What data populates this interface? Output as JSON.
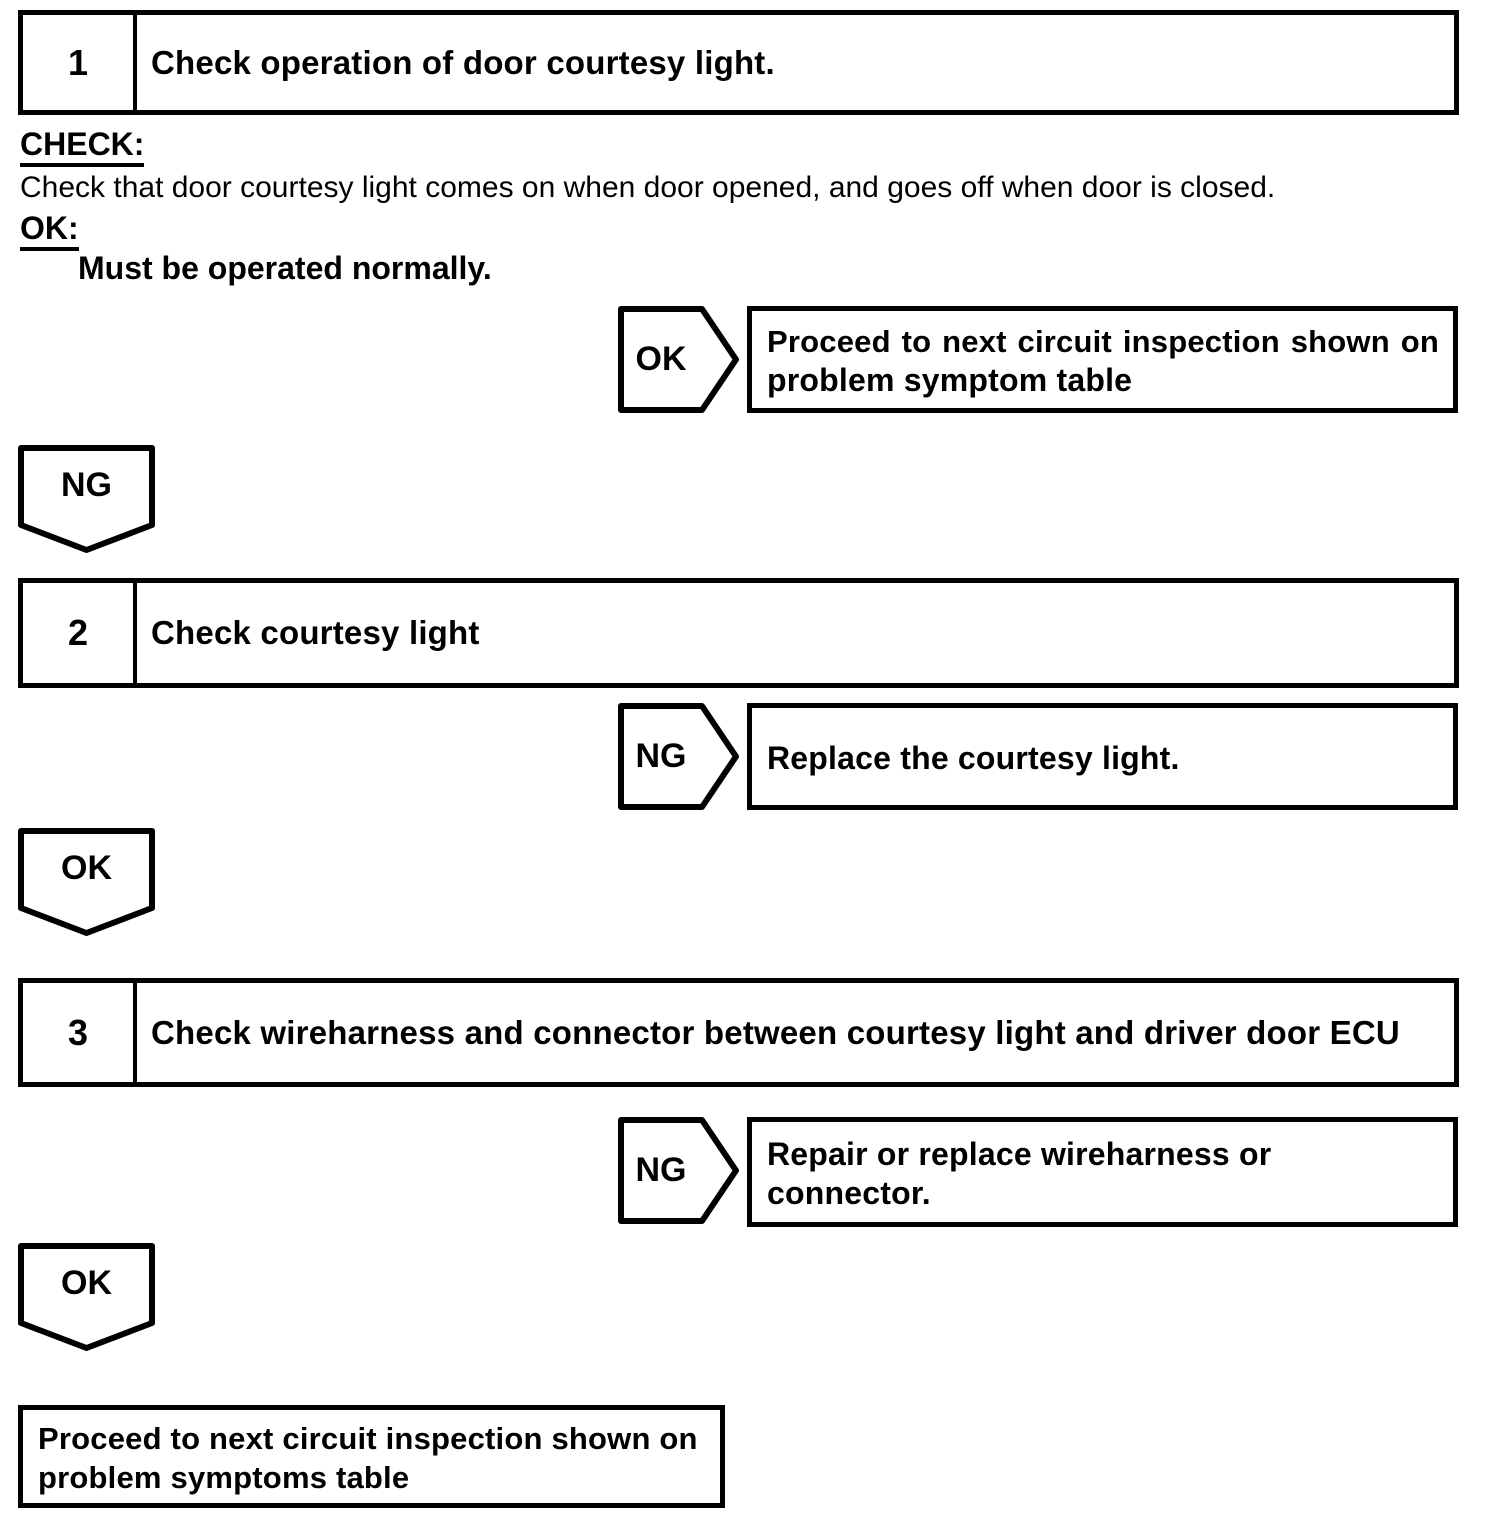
{
  "page": {
    "background": "#ffffff",
    "ink": "#000000"
  },
  "flowchart": {
    "steps": [
      {
        "number": "1",
        "title": "Check operation of door courtesy light."
      },
      {
        "number": "2",
        "title": "Check courtesy light"
      },
      {
        "number": "3",
        "title": "Check wireharness and connector between courtesy light and driver door ECU"
      }
    ],
    "step1_details": {
      "check_label": "CHECK:",
      "check_text": "Check that door courtesy light comes on when door opened, and goes off when door is closed.",
      "ok_label": "OK:",
      "ok_requirement": "Must be operated normally."
    },
    "branches": [
      {
        "verdict": "OK",
        "result_lines": [
          "Proceed to next circuit inspection shown on",
          "problem symptom table"
        ]
      },
      {
        "verdict": "NG",
        "result_lines": [
          "Replace the courtesy light."
        ]
      },
      {
        "verdict": "NG",
        "result_lines": [
          "Repair or replace wireharness or connector."
        ]
      }
    ],
    "down_connectors": [
      {
        "label": "NG"
      },
      {
        "label": "OK"
      },
      {
        "label": "OK"
      }
    ],
    "final_box_lines": [
      "Proceed to next circuit inspection shown on",
      "problem symptoms table"
    ]
  }
}
